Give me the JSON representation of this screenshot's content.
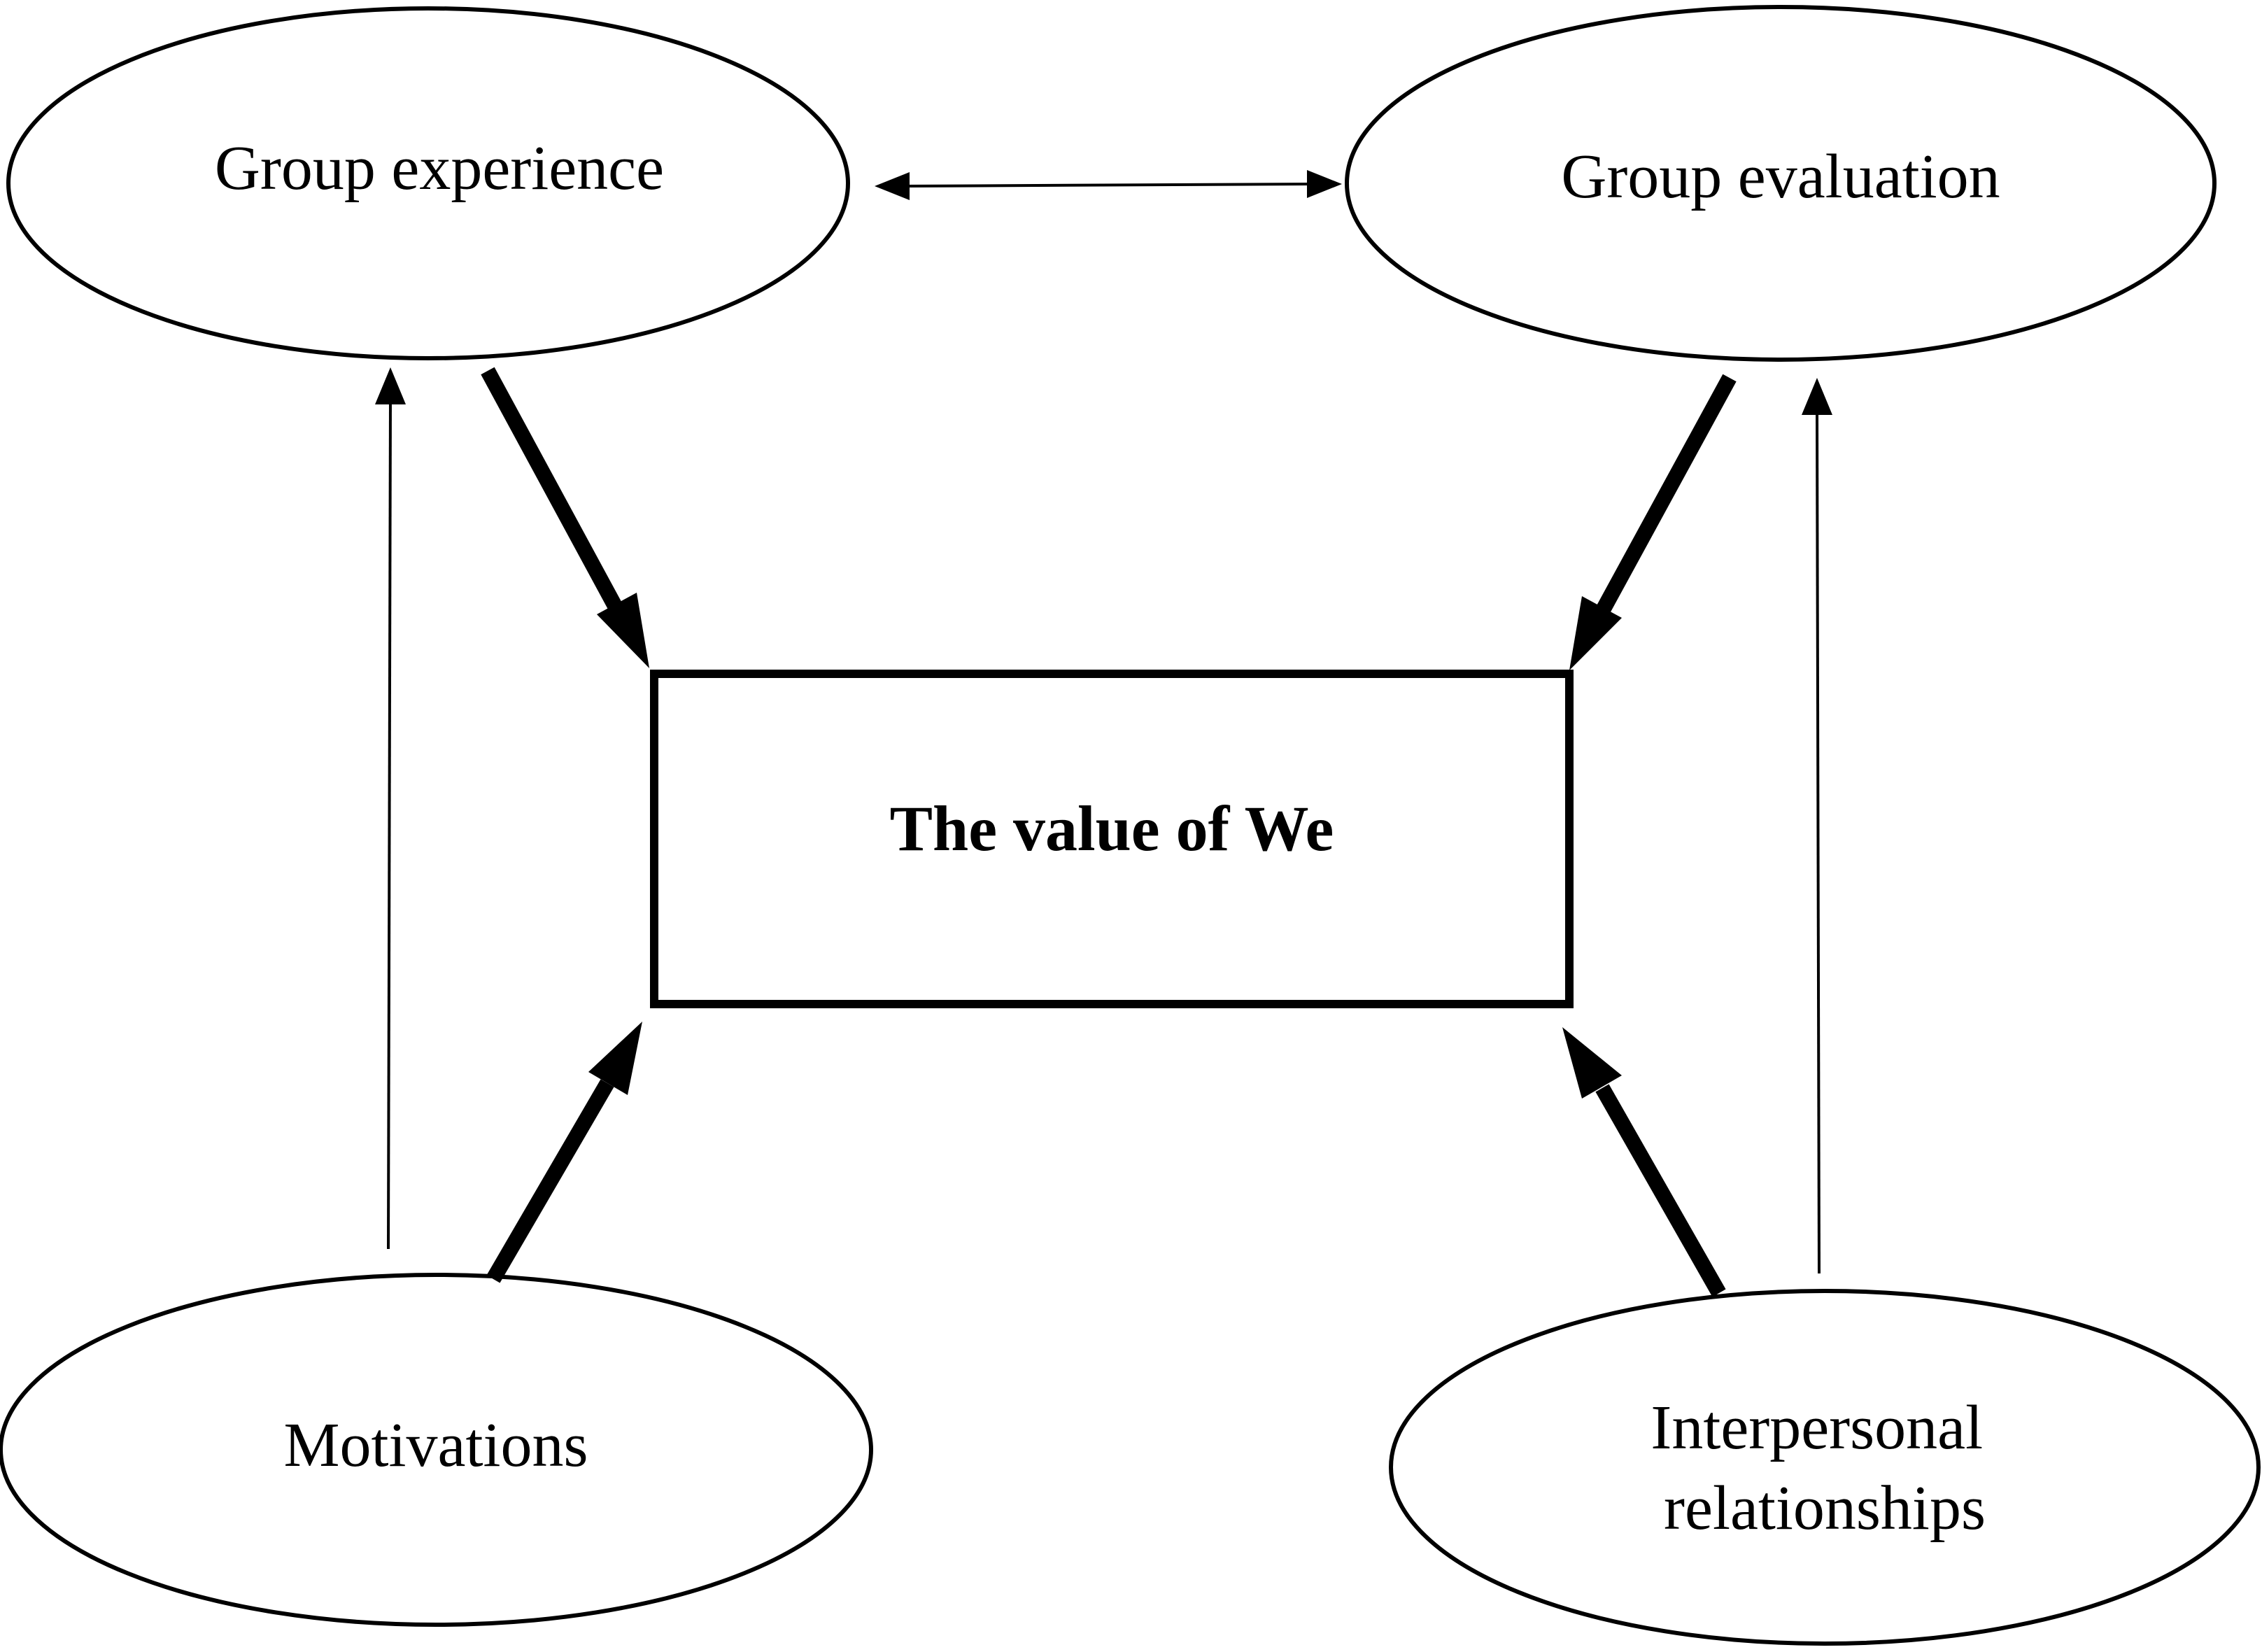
{
  "diagram": {
    "center": {
      "label": "The value of We"
    },
    "nodes": {
      "group_experience": {
        "label": "Group experience"
      },
      "group_evaluation": {
        "label": "Group evaluation"
      },
      "motivations": {
        "label": "Motivations"
      },
      "interpersonal": {
        "lines": [
          "Interpersonal",
          "relationships"
        ]
      }
    },
    "colors": {
      "stroke": "#000000",
      "fill": "#ffffff"
    }
  }
}
